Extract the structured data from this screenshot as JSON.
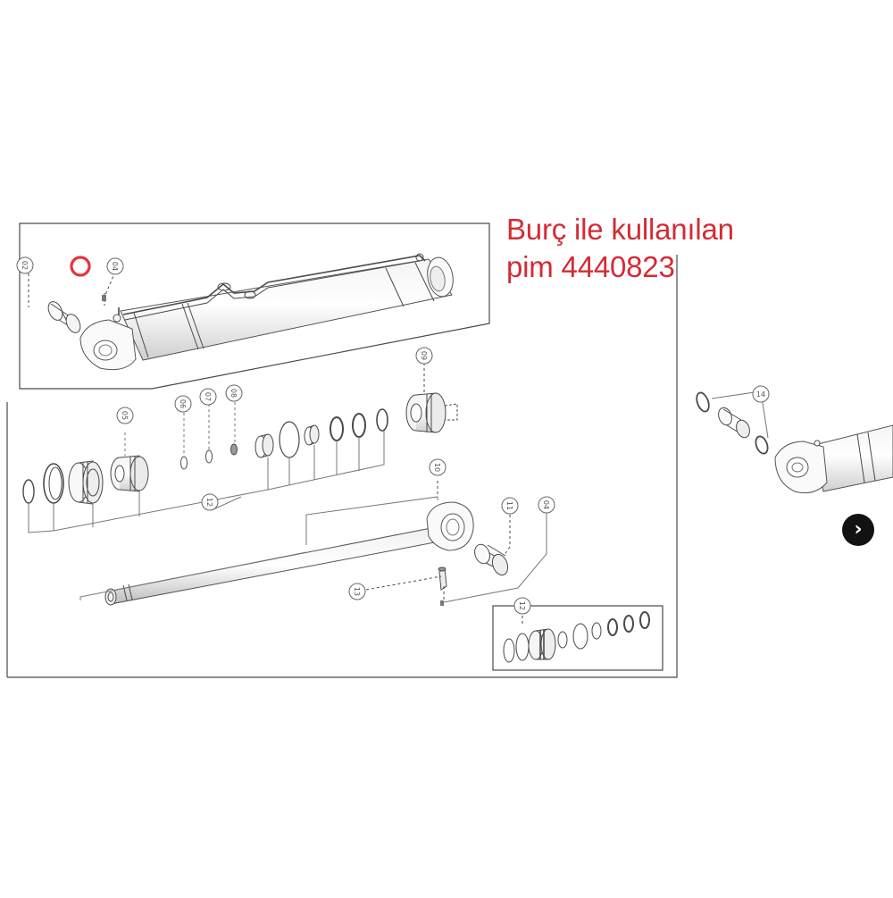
{
  "annotation": {
    "line1": "Burç ile kullanılan",
    "line2": "pim 4440823",
    "color": "#d42b36"
  },
  "callouts": {
    "c02": "02",
    "c04a": "04",
    "c09": "09",
    "c05": "05",
    "c06": "06",
    "c07": "07",
    "c08": "08",
    "c12a": "12",
    "c10": "10",
    "c11": "11",
    "c04b": "04",
    "c13": "13",
    "c12b": "12",
    "c14": "14"
  },
  "next_button": {
    "icon": "chevron-right-icon",
    "glyph": "›"
  },
  "colors": {
    "line": "#4a4a4a",
    "highlight": "#e8323a",
    "button": "#121212"
  }
}
